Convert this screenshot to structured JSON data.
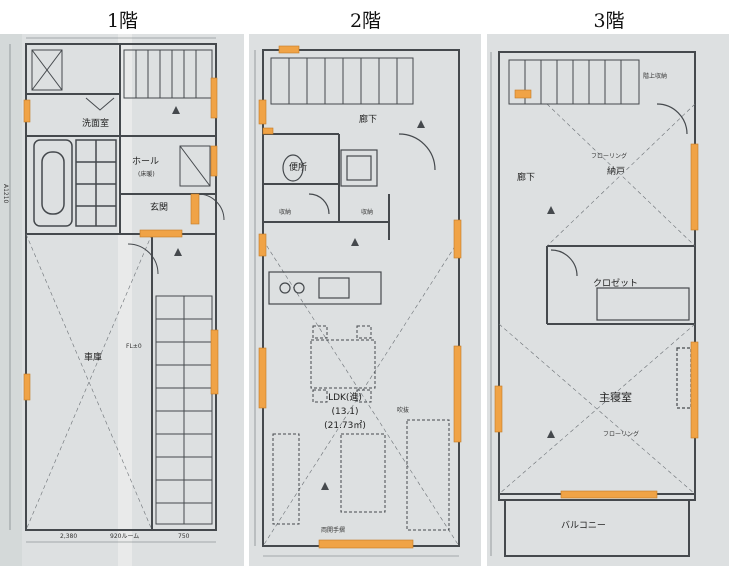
{
  "floors": [
    {
      "title": "1階"
    },
    {
      "title": "2階"
    },
    {
      "title": "3階"
    }
  ],
  "floor1": {
    "washroom": "洗面室",
    "hall": "ホール",
    "hall_sub": "(床暖)",
    "entrance": "玄関",
    "garage": "車庫",
    "dims": [
      "2,380",
      "920ルーム",
      "750"
    ],
    "note_left": "A1210",
    "stair_note": "FL±0"
  },
  "floor2": {
    "corridor": "廊下",
    "toilet": "便所",
    "storage": "収納",
    "ldk": "LDK(進)",
    "ldk_tatami": "(13.1)",
    "ldk_area": "(21.73㎡)",
    "balcony_note": "吹抜",
    "window_note": "両開手摺"
  },
  "floor3": {
    "corridor": "廊下",
    "room": "納戸",
    "closet": "クロゼット",
    "master": "主寝室",
    "balcony": "バルコニー",
    "upper": "階上収納",
    "flooring": "フローリング"
  },
  "colors": {
    "wall": "#45494d",
    "accent": "#f0a346",
    "paper": "#dde0e1"
  }
}
